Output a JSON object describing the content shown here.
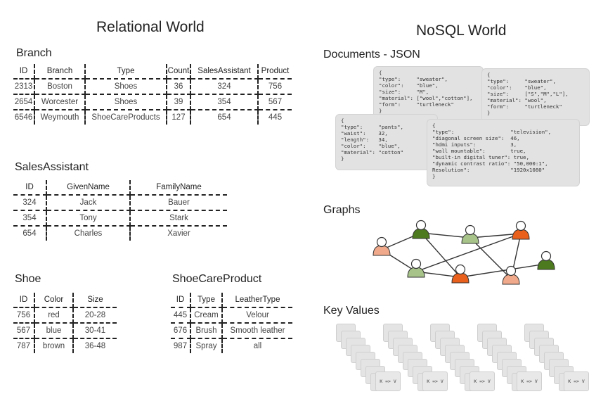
{
  "relational": {
    "title": "Relational World",
    "branch": {
      "title": "Branch",
      "headers": [
        "ID",
        "Branch",
        "Type",
        "Count",
        "SalesAssistant",
        "Product"
      ],
      "rows": [
        [
          "2313",
          "Boston",
          "Shoes",
          "36",
          "324",
          "756"
        ],
        [
          "2654",
          "Worcester",
          "Shoes",
          "39",
          "354",
          "567"
        ],
        [
          "6546",
          "Weymouth",
          "ShoeCareProducts",
          "127",
          "654",
          "445"
        ]
      ]
    },
    "sales": {
      "title": "SalesAssistant",
      "headers": [
        "ID",
        "GivenName",
        "FamilyName"
      ],
      "rows": [
        [
          "324",
          "Jack",
          "Bauer"
        ],
        [
          "354",
          "Tony",
          "Stark"
        ],
        [
          "654",
          "Charles",
          "Xavier"
        ]
      ]
    },
    "shoe": {
      "title": "Shoe",
      "headers": [
        "ID",
        "Color",
        "Size"
      ],
      "rows": [
        [
          "756",
          "red",
          "20-28"
        ],
        [
          "567",
          "blue",
          "30-41"
        ],
        [
          "787",
          "brown",
          "36-48"
        ]
      ]
    },
    "shoecare": {
      "title": "ShoeCareProduct",
      "headers": [
        "ID",
        "Type",
        "LeatherType"
      ],
      "rows": [
        [
          "445",
          "Cream",
          "Velour"
        ],
        [
          "676",
          "Brush",
          "Smooth leather"
        ],
        [
          "987",
          "Spray",
          "all"
        ]
      ]
    }
  },
  "nosql": {
    "title": "NoSQL World",
    "documents": {
      "title": "Documents - JSON",
      "cards": [
        "{\n\"type\":     \"sweater\",\n\"color\":    \"blue\",\n\"size\":     \"M\",\n\"material\": [\"wool\",\"cotton\"],\n\"form\":     \"turtleneck\"\n}",
        "{\n\"type\":     \"sweater\",\n\"color\":    \"blue\",\n\"size\":     [\"S\",\"M\",\"L\"],\n\"material\": \"wool\",\n\"form\":     \"turtleneck\"\n}",
        "{\n\"type\":     \"pants\",\n\"waist\":    32,\n\"length\":   34,\n\"color\":    \"blue\",\n\"material\": \"cotton\"\n}",
        "{\n\"type\":                  \"television\",\n\"diagonal screen size\":  46,\n\"hdmi inputs\":           3,\n\"wall mountable\":        true,\n\"built-in digital tuner\": true,\n\"dynamic contrast ratio\": \"50,000:1\",\nResolution\":             \"1920x1080\"\n}"
      ]
    },
    "graphs": {
      "title": "Graphs",
      "nodes": [
        {
          "color": "#f0a98a"
        },
        {
          "color": "#4d7a1e"
        },
        {
          "color": "#a7c38a"
        },
        {
          "color": "#e8601c"
        },
        {
          "color": "#a7c38a"
        },
        {
          "color": "#e8601c"
        },
        {
          "color": "#f0a98a"
        },
        {
          "color": "#4d7a1e"
        }
      ]
    },
    "keyvalues": {
      "title": "Key Values",
      "label": "K => V",
      "stacks": 5
    }
  }
}
